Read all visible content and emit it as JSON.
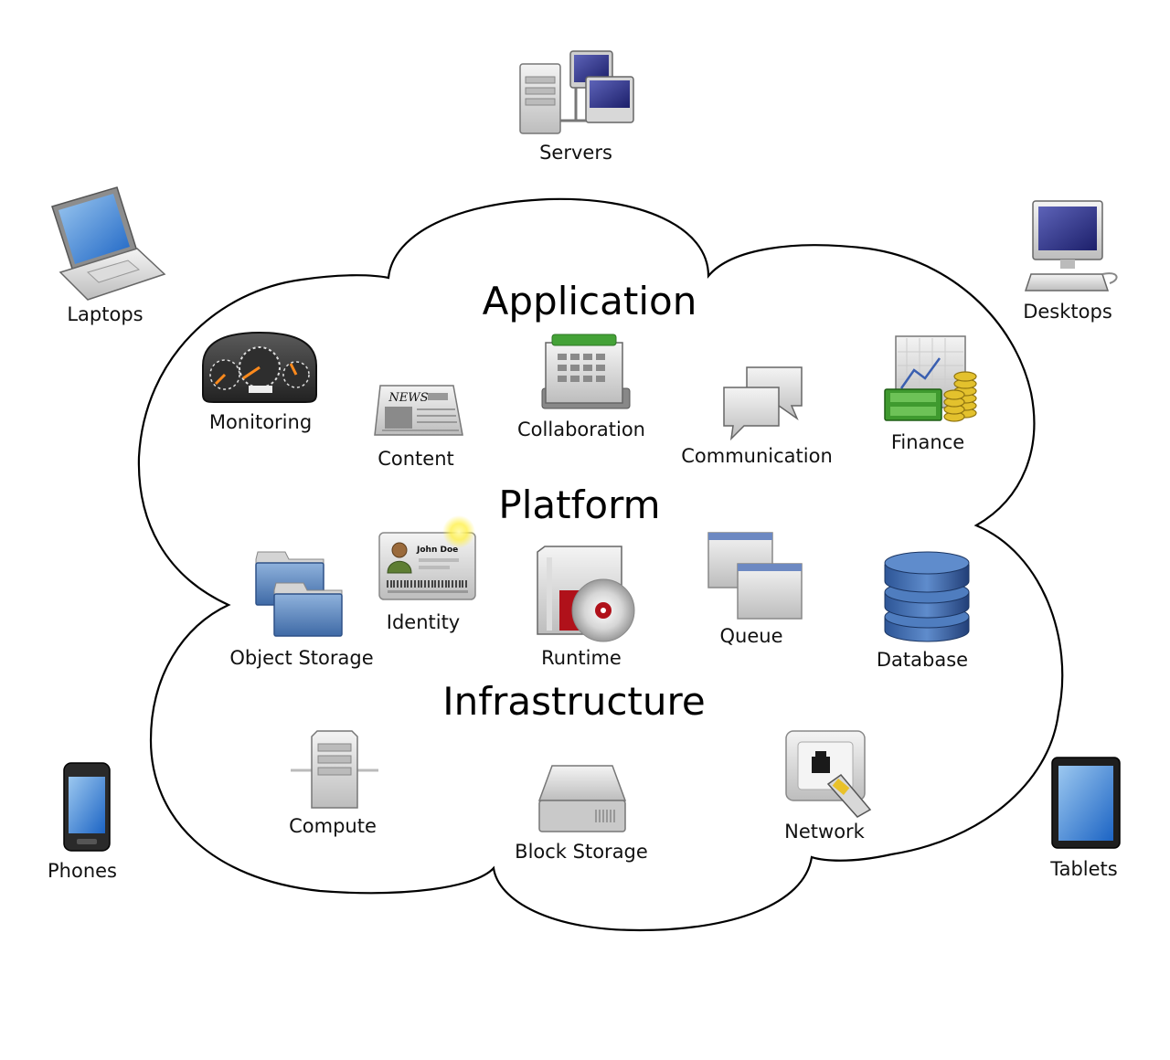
{
  "devices": {
    "servers": "Servers",
    "laptops": "Laptops",
    "desktops": "Desktops",
    "phones": "Phones",
    "tablets": "Tablets"
  },
  "layers": {
    "application": {
      "title": "Application",
      "items": {
        "monitoring": "Monitoring",
        "content": "Content",
        "collaboration": "Collaboration",
        "communication": "Communication",
        "finance": "Finance"
      },
      "news_text": "NEWS"
    },
    "platform": {
      "title": "Platform",
      "items": {
        "object_storage": "Object Storage",
        "identity": "Identity",
        "runtime": "Runtime",
        "queue": "Queue",
        "database": "Database"
      },
      "id_card_name": "John Doe"
    },
    "infrastructure": {
      "title": "Infrastructure",
      "items": {
        "compute": "Compute",
        "block_storage": "Block Storage",
        "network": "Network"
      }
    }
  }
}
